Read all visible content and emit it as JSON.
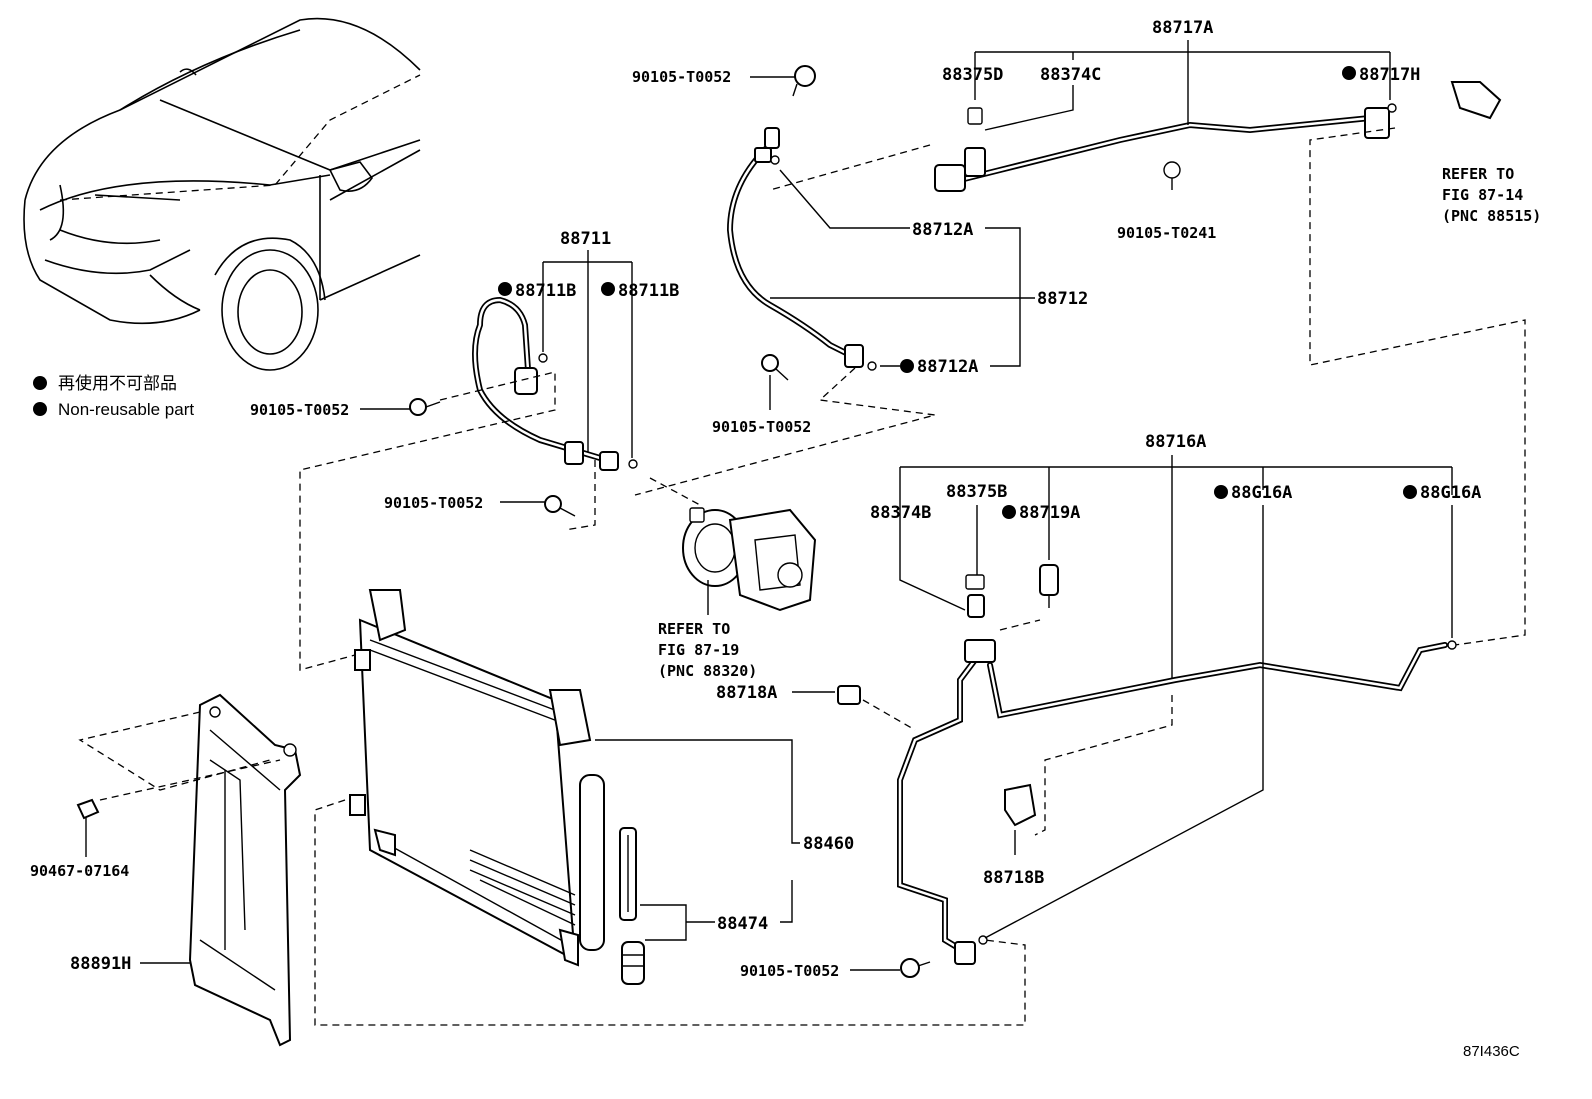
{
  "legend": {
    "line_jp": "再使用不可部品",
    "line_en": "Non-reusable part"
  },
  "labels": {
    "p88717A": "88717A",
    "p88375D": "88375D",
    "p88374C": "88374C",
    "p88717H": "88717H",
    "p90105_T0052_top": "90105-T0052",
    "p88712A_upper": "88712A",
    "p88712": "88712",
    "p88712A_lower": "88712A",
    "p90105_T0052_mid": "90105-T0052",
    "p90105_T0241": "90105-T0241",
    "p88711": "88711",
    "p88711B_left": "88711B",
    "p88711B_right": "88711B",
    "p90105_T0052_left": "90105-T0052",
    "p90105_T0052_center": "90105-T0052",
    "p88716A": "88716A",
    "p88375B": "88375B",
    "p88374B": "88374B",
    "p88719A": "88719A",
    "p88G16A_left": "88G16A",
    "p88G16A_right": "88G16A",
    "p88718A": "88718A",
    "p88718B": "88718B",
    "p88460": "88460",
    "p88474": "88474",
    "p90467_07164": "90467-07164",
    "p88891H": "88891H",
    "p90105_T0052_bottom": "90105-T0052"
  },
  "refs": {
    "compressor": [
      "REFER TO",
      "FIG 87-19",
      "(PNC 88320)"
    ],
    "top_right": [
      "REFER TO",
      "FIG 87-14",
      "(PNC 88515)"
    ]
  },
  "figure_code": "87I436C"
}
